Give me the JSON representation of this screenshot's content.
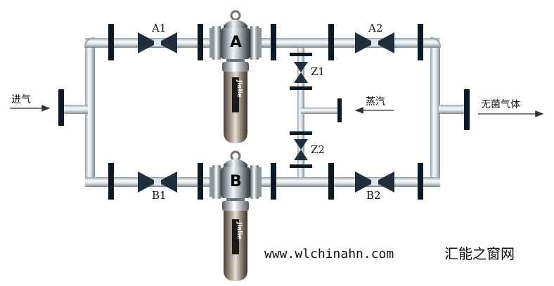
{
  "diagram": {
    "filter_a_label": "A",
    "filter_b_label": "B",
    "valve_a1": "A1",
    "valve_a2": "A2",
    "valve_b1": "B1",
    "valve_b2": "B2",
    "valve_z1": "Z1",
    "valve_z2": "Z2",
    "inlet_label": "进气",
    "steam_label": "蒸汽",
    "outlet_label": "无菌气体",
    "filter_brand": "Jialie"
  },
  "watermark": {
    "url": "www.wlchinahn.com",
    "site_name": "汇能之窗网"
  },
  "colors": {
    "pipe_light": "#f4f6f8",
    "pipe_dark": "#8e979f",
    "flange": "#0d1a26",
    "valve": "#1f2f3d",
    "arrow": "#333333"
  }
}
